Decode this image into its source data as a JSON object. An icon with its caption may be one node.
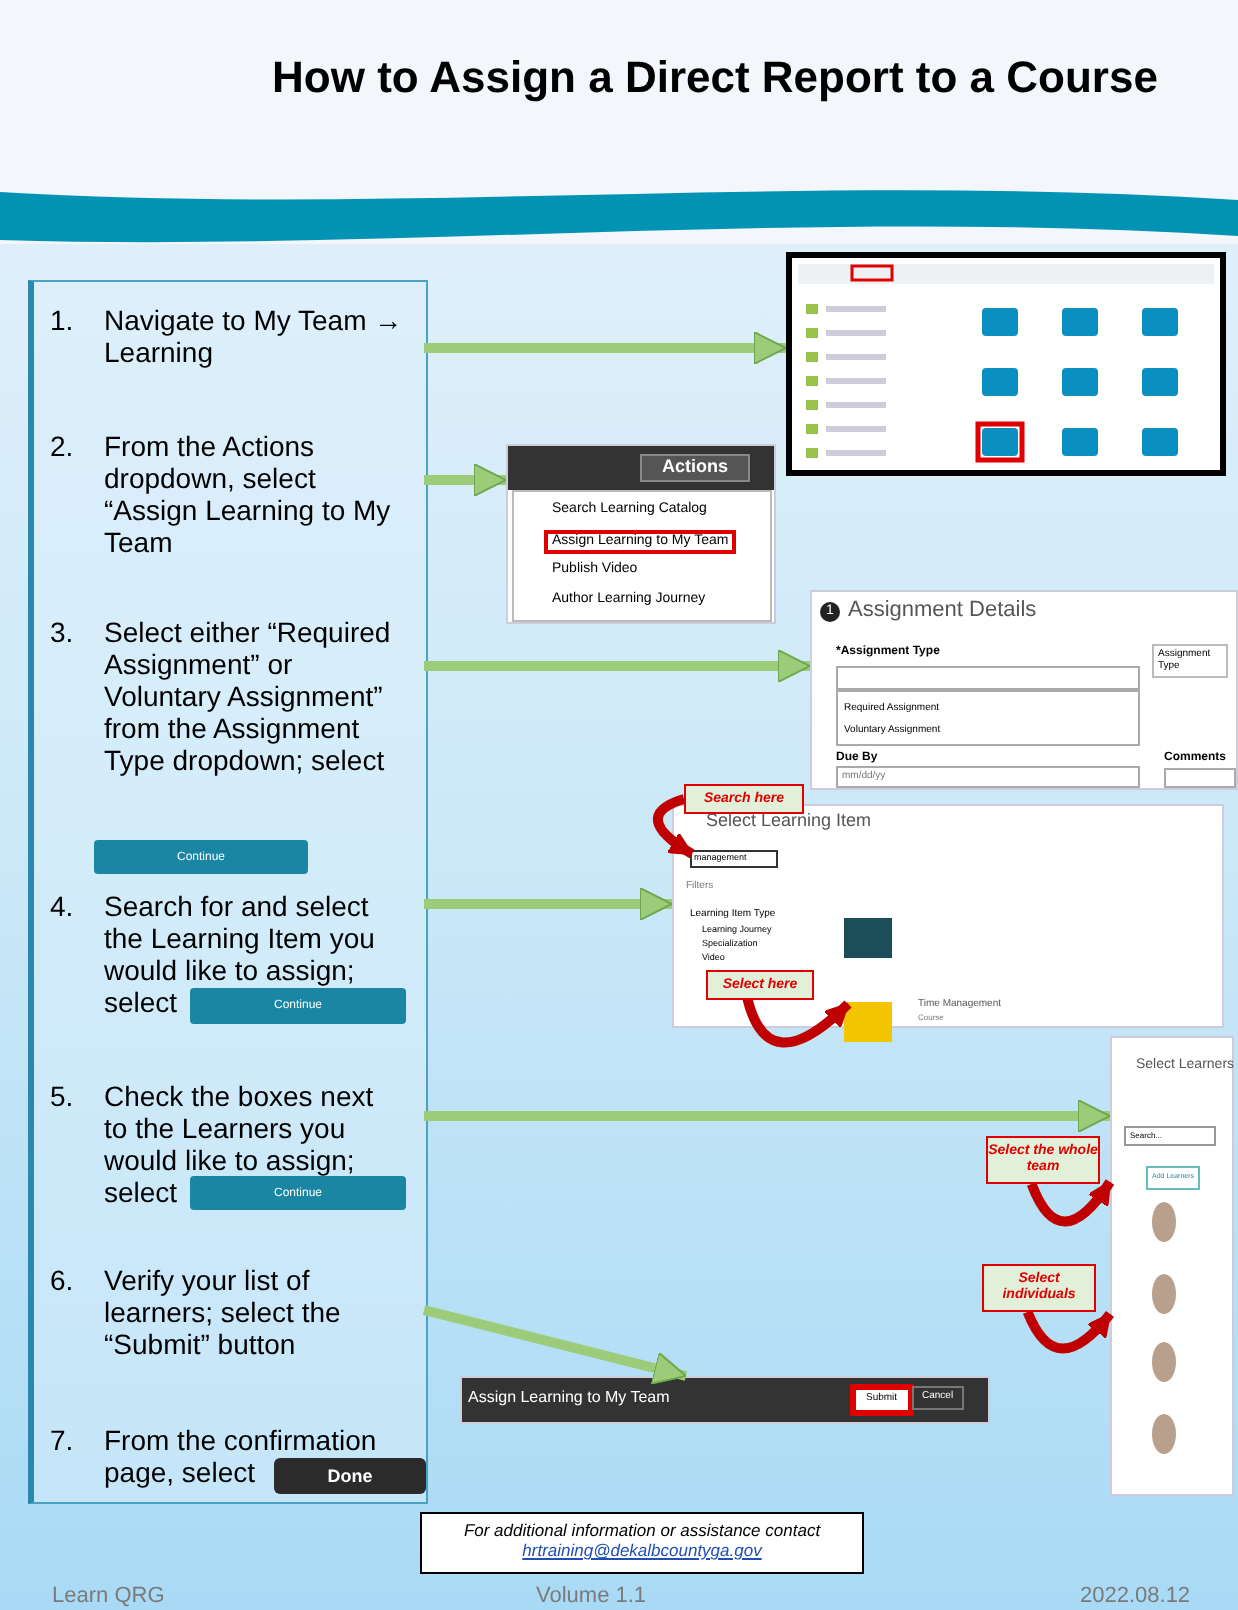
{
  "diagram": {
    "title": "How to Assign a Direct Report to a Course",
    "nodes": [
      {
        "text": [
          "1.",
          "Navigate to My Team → Learning"
        ]
      },
      {
        "text": [],
        "shape": "picture"
      },
      {
        "text": [
          "2.",
          "From the Actions dropdown, select “Assign Learning to My Team"
        ]
      },
      {
        "text": [
          "Actions",
          "Search Learning Catalog",
          "Assign Learning to My Team",
          "Publish Video",
          "Author Learning Journey"
        ]
      },
      {
        "text": [
          "3.",
          "Select either “Required Assignment” or Voluntary Assignment” from the Assignment Type dropdown; select"
        ]
      },
      {
        "text": [
          "Continue"
        ],
        "in": 4
      },
      {
        "text": [
          "1",
          "Assignment Details",
          "*Assignment Type",
          "Assignment Type",
          "Required Assignment",
          "Voluntary Assignment",
          "Due By",
          "mm/dd/yy",
          "Comments"
        ]
      },
      {
        "text": [
          "Search here"
        ]
      },
      {
        "text": [
          "Select Learning Item",
          "management",
          "Filters",
          "Learning Item Type",
          "Learning Journey",
          "Specialization",
          "Video",
          "Time Management",
          "Course"
        ]
      },
      {
        "text": [
          "4.",
          "Search for and select the Learning Item you would like to assign; select"
        ]
      },
      {
        "text": [
          "Continue"
        ],
        "in": 9
      },
      {
        "text": [
          "Select here"
        ],
        "in": 8
      },
      {
        "text": [
          "5.",
          "Check the boxes next to the Learners you would like to assign; select"
        ]
      },
      {
        "text": [
          "Continue"
        ],
        "in": 12
      },
      {
        "text": [
          "Select Learners",
          "Search...",
          "Add Learners"
        ]
      },
      {
        "text": [
          "Select the whole team"
        ]
      },
      {
        "text": [
          "Select individuals"
        ]
      },
      {
        "text": [
          "6.",
          "Verify your list of learners; select the “Submit” button"
        ]
      },
      {
        "text": [
          "Assign Learning to My Team",
          "Submit",
          "Cancel"
        ]
      },
      {
        "text": [
          "7.",
          "From the confirmation page, select"
        ]
      },
      {
        "text": [
          "Done"
        ],
        "in": 19
      },
      {
        "text": [
          "For additional information or assistance contact",
          "hrtraining@dekalbcountyga.gov"
        ]
      }
    ],
    "edges": [
      {
        "from": 0,
        "to": 1,
        "arrow": "to"
      },
      {
        "from": 2,
        "to": 3,
        "arrow": "to"
      },
      {
        "from": 4,
        "to": 6,
        "arrow": "to"
      },
      {
        "from": 9,
        "to": 8,
        "arrow": "to"
      },
      {
        "from": 12,
        "to": 14,
        "arrow": "to"
      },
      {
        "from": 17,
        "to": 18,
        "arrow": "to"
      },
      {
        "from": 7,
        "to": 8,
        "arrow": "to",
        "color": "#c00000"
      },
      {
        "from": 11,
        "to": 8,
        "arrow": "to",
        "color": "#c00000"
      },
      {
        "from": 15,
        "to": 14,
        "arrow": "to",
        "color": "#c00000"
      },
      {
        "from": 16,
        "to": 14,
        "arrow": "to",
        "color": "#c00000"
      }
    ],
    "labels": [
      "Learn QRG",
      "Volume 1.1",
      "2022.08.12"
    ]
  }
}
